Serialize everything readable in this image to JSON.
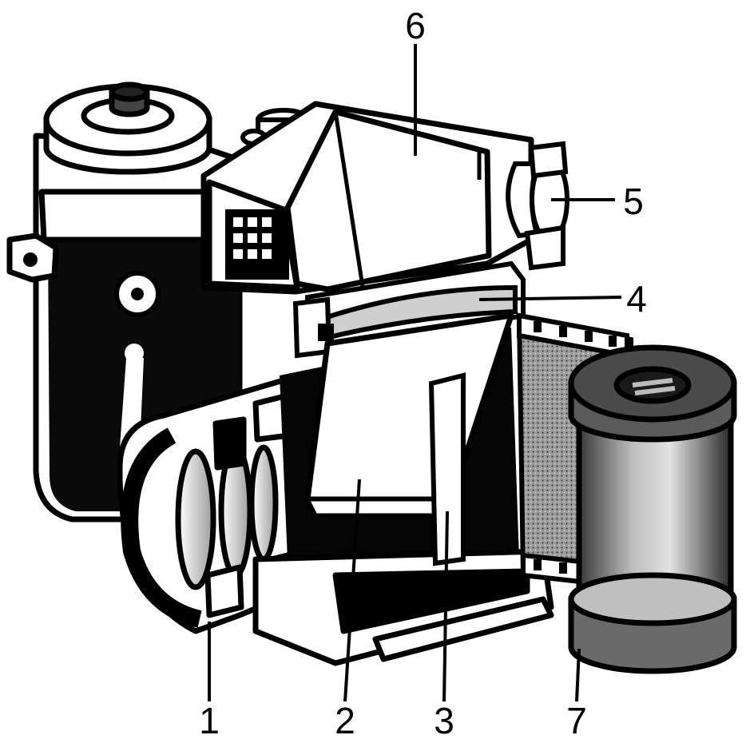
{
  "callouts": {
    "lens": "1",
    "mirror": "2",
    "shutter": "3",
    "focusing_screen": "4",
    "eyepiece": "5",
    "pentaprism": "6",
    "film_cassette": "7"
  },
  "colors": {
    "ink": "#000000",
    "paper": "#ffffff",
    "shade": "#555555",
    "light_shade": "#d8d8d8"
  }
}
